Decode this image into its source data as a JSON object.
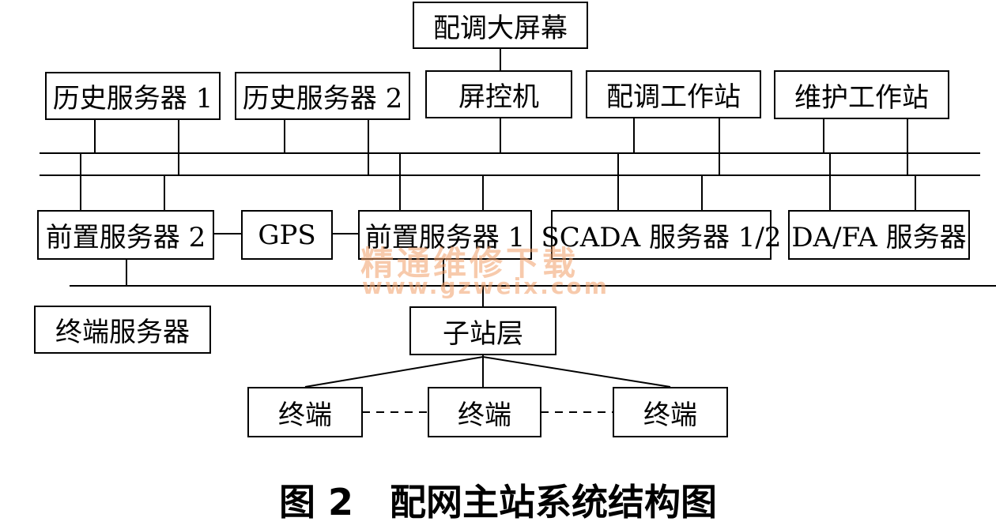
{
  "nodes": {
    "big_screen": "配调大屏幕",
    "history_server_1": "历史服务器 1",
    "history_server_2": "历史服务器 2",
    "screen_controller": "屏控机",
    "dispatch_workstation": "配调工作站",
    "maintenance_workstation": "维护工作站",
    "front_server_2": "前置服务器 2",
    "gps": "GPS",
    "front_server_1": "前置服务器 1",
    "scada_server": "SCADA 服务器 1/2",
    "dafa_server": "DA/FA 服务器",
    "terminal_server": "终端服务器",
    "substation_layer": "子站层",
    "terminal_left": "终端",
    "terminal_middle": "终端",
    "terminal_right": "终端"
  },
  "caption": "图 2　配网主站系统结构图",
  "watermark": {
    "line1": "精通维修下载",
    "line2": "www.gzweix.com"
  },
  "colors": {
    "line": "#000000",
    "watermark": "#f2a06a"
  }
}
